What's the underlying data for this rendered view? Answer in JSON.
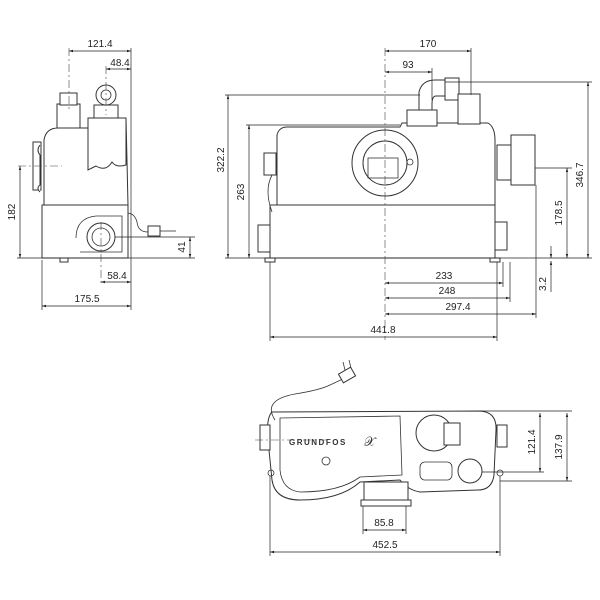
{
  "side_view": {
    "dims": {
      "width_top": "121.4",
      "outlet_offset": "48.4",
      "inlet_height": "182",
      "outlet_height": "41",
      "outlet_x": "58.4",
      "depth": "175.5"
    }
  },
  "front_view": {
    "dims": {
      "outlet_a": "170",
      "outlet_b": "93",
      "height_total": "322.2",
      "height_body": "263",
      "height_max": "346.7",
      "side_inlet_height": "178.5",
      "foot": "3.2",
      "len_233": "233",
      "len_248": "248",
      "len_297": "297.4",
      "width": "441.8"
    }
  },
  "top_view": {
    "brand": "GRUNDFOS",
    "dims": {
      "depth_a": "121.4",
      "depth_b": "137.9",
      "inlet_dia": "85.8",
      "length": "452.5"
    }
  }
}
